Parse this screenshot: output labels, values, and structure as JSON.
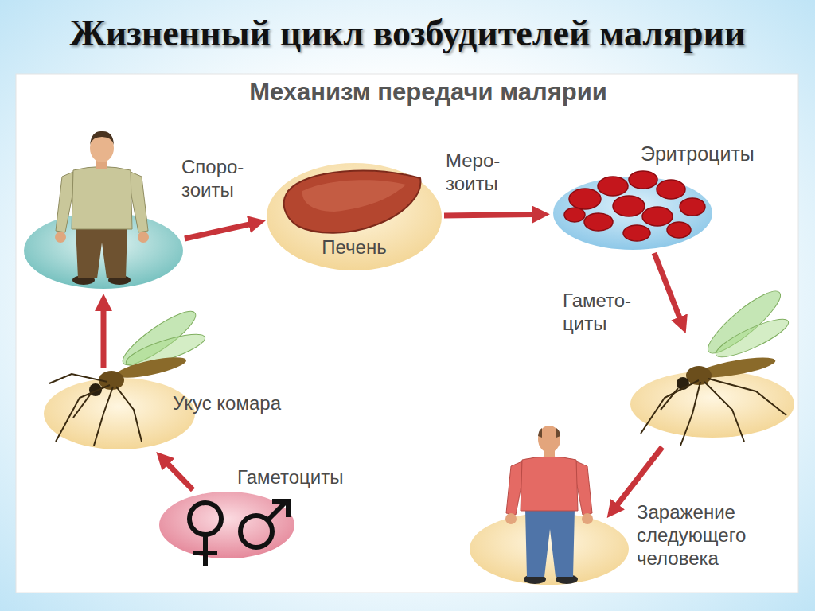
{
  "diagram": {
    "title": "Жизненный цикл возбудителей малярии",
    "nodes": [
      {
        "text": [
          "Печень"
        ]
      },
      {
        "text": [
          "Эритроциты"
        ]
      },
      {
        "text": [
          "Укус комара"
        ]
      },
      {
        "text": [
          "Гаметоциты"
        ]
      },
      {
        "text": [
          "Заражение следующего человека"
        ]
      }
    ],
    "edges": [
      {
        "from": 0,
        "to": 1,
        "label": "Меро- зоиты",
        "arrow": "to"
      },
      {
        "from": 3,
        "to": 2,
        "arrow": "to"
      }
    ],
    "labels": [
      "Механизм передачи малярии",
      "Споро- зоиты",
      "Гамето- циты"
    ]
  }
}
